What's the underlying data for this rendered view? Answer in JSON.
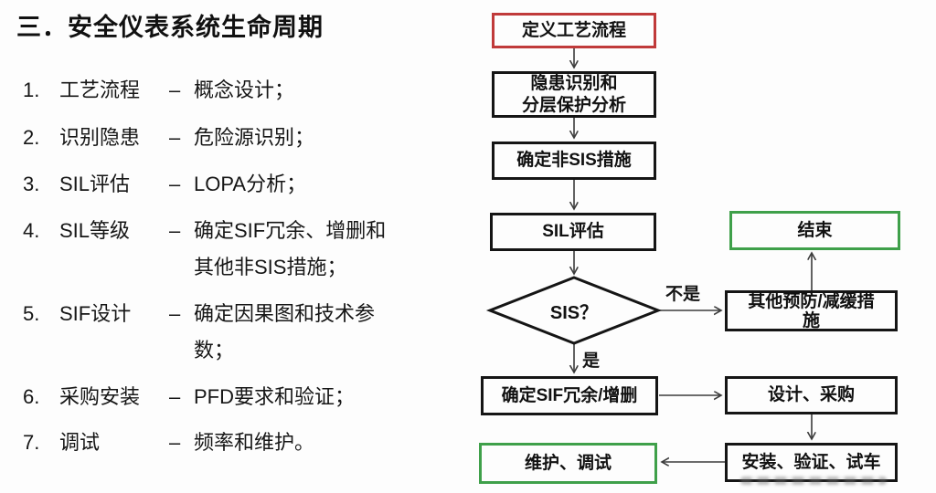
{
  "title": "三．安全仪表系统生命周期",
  "list": {
    "items": [
      {
        "num": "1.",
        "term": "工艺流程",
        "dash": "–",
        "desc": "概念设计；"
      },
      {
        "num": "2.",
        "term": "识别隐患",
        "dash": "–",
        "desc": "危险源识别；"
      },
      {
        "num": "3.",
        "term": "SIL评估",
        "dash": "–",
        "desc": "LOPA分析；"
      },
      {
        "num": "4.",
        "term": "SIL等级",
        "dash": "–",
        "desc": "确定SIF冗余、增删和\n其他非SIS措施；"
      },
      {
        "num": "5.",
        "term": "SIF设计",
        "dash": "–",
        "desc": "确定因果图和技术参\n数；"
      },
      {
        "num": "6.",
        "term": "采购安装",
        "dash": "–",
        "desc": "PFD要求和验证；"
      },
      {
        "num": "7.",
        "term": "调试",
        "dash": "–",
        "desc": "频率和维护。"
      }
    ]
  },
  "flowchart": {
    "nodes": {
      "define_process": "定义工艺流程",
      "hazard_lopa": "隐患识别和\n分层保护分析",
      "non_sis": "确定非SIS措施",
      "sil_assess": "SIL评估",
      "sis_question": "SIS？",
      "sif_redundancy": "确定SIF冗余/增删",
      "maintain_commission": "维护、调试",
      "end": "结束",
      "other_measures": "其他预防/减缓措\n施",
      "design_procure": "设计、采购",
      "install_verify": "安装、验证、试车"
    },
    "branch_labels": {
      "yes": "是",
      "no": "不是"
    }
  },
  "colors": {
    "red_border": "#c03a3a",
    "green_border": "#3fa04a",
    "box_border": "#151515",
    "arrow_line": "#3c3c3c"
  }
}
